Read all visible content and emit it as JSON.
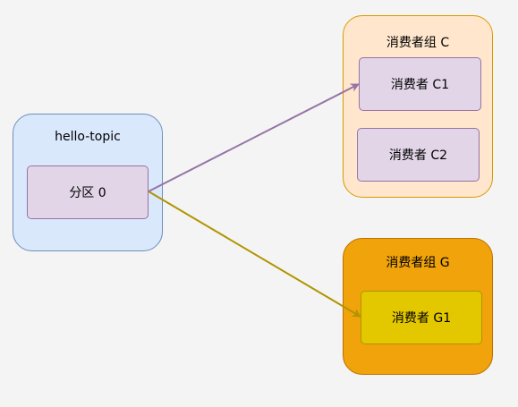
{
  "topic": {
    "title": "hello-topic",
    "partition_label": "分区 0"
  },
  "group_c": {
    "title": "消费者组 C",
    "consumers": [
      "消费者 C1",
      "消费者 C2"
    ]
  },
  "group_g": {
    "title": "消费者组 G",
    "consumers": [
      "消费者 G1"
    ]
  },
  "colors": {
    "background": "#f4f4f4",
    "topic_fill": "#dae8fc",
    "topic_stroke": "#6c8ebf",
    "consumer_fill": "#e1d5e7",
    "consumer_stroke": "#9673a6",
    "group_c_fill": "#ffe6cc",
    "group_c_stroke": "#d79b00",
    "group_g_fill": "#f0a30a",
    "group_g_stroke": "#bd7000",
    "consumer_g_fill": "#e3c800",
    "consumer_g_stroke": "#b09500",
    "arrow_to_c": "#9673a6",
    "arrow_to_g": "#b09500"
  }
}
